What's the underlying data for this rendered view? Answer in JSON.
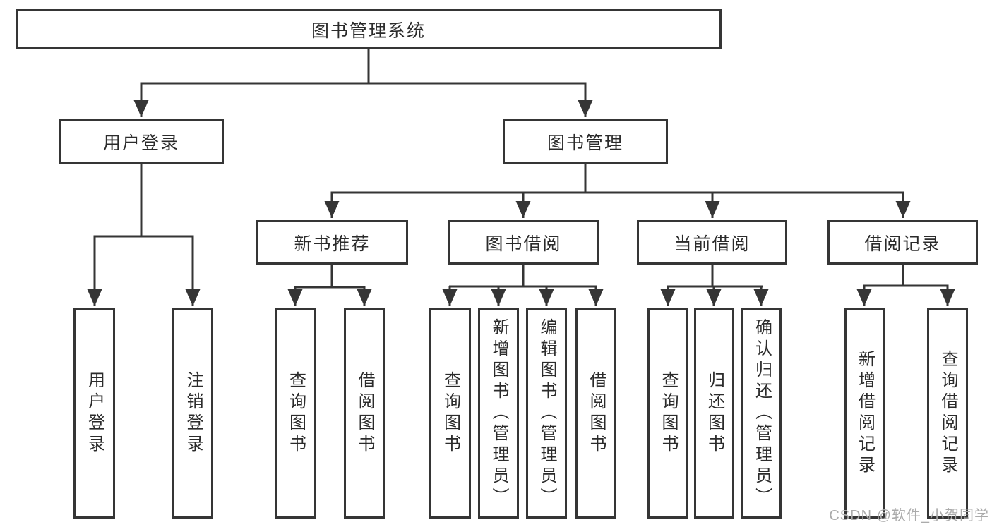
{
  "diagram": {
    "root": {
      "label": "图书管理系统"
    },
    "branches": [
      {
        "label": "用户登录",
        "children": [
          {
            "label": "用户登录"
          },
          {
            "label": "注销登录"
          }
        ]
      },
      {
        "label": "图书管理",
        "children": [
          {
            "label": "新书推荐",
            "children": [
              {
                "label": "查询图书"
              },
              {
                "label": "借阅图书"
              }
            ]
          },
          {
            "label": "图书借阅",
            "children": [
              {
                "label": "查询图书"
              },
              {
                "label": "新增图书（管理员）"
              },
              {
                "label": "编辑图书（管理员）"
              },
              {
                "label": "借阅图书"
              }
            ]
          },
          {
            "label": "当前借阅",
            "children": [
              {
                "label": "查询图书"
              },
              {
                "label": "归还图书"
              },
              {
                "label": "确认归还（管理员）"
              }
            ]
          },
          {
            "label": "借阅记录",
            "children": [
              {
                "label": "新增借阅记录"
              },
              {
                "label": "查询借阅记录"
              }
            ]
          }
        ]
      }
    ]
  },
  "watermark": {
    "text": "CSDN @软件_小贺同学"
  },
  "colors": {
    "line": "#353535",
    "text": "#2b2b2b",
    "watermark": "#ababab",
    "background": "#ffffff"
  }
}
